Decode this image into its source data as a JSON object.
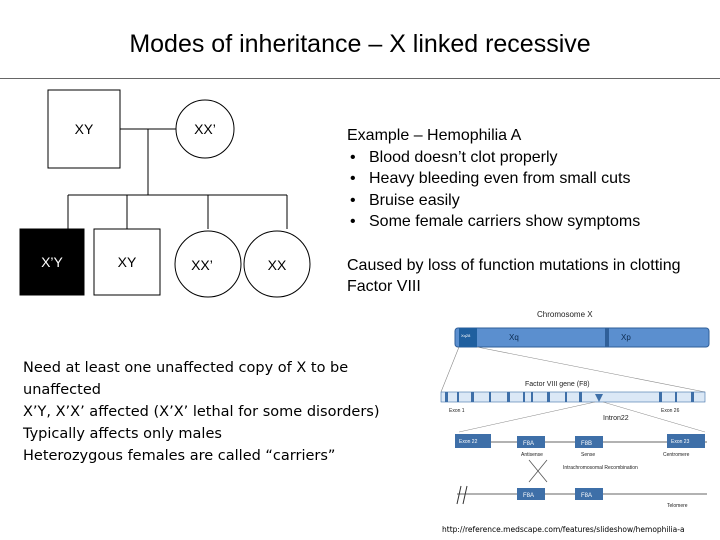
{
  "title": "Modes of inheritance – X linked recessive",
  "pedigree": {
    "father": "XY",
    "mother": "XX’",
    "children": [
      "X’Y",
      "XY",
      "XX’",
      "XX"
    ]
  },
  "example": {
    "heading": "Example – Hemophilia A",
    "bullets": [
      "Blood doesn’t clot properly",
      "Heavy bleeding even from small cuts",
      "Bruise easily",
      "Some female carriers show symptoms"
    ]
  },
  "cause": "Caused by loss of function mutations in clotting Factor VIII",
  "notes": [
    "Need at least one unaffected copy of X to be",
    "unaffected",
    "X’Y, X’X’ affected (X’X’ lethal for some disorders)",
    "Typically affects only males",
    "Heterozygous females are called “carriers”"
  ],
  "figure": {
    "chromosome_title": "Chromosome X",
    "xq": "Xq",
    "xp": "Xp",
    "band": "Xq28",
    "gene": "Factor VIII gene (F8)",
    "exon1": "Exon 1",
    "exon26": "Exon 26",
    "intron": "Intron22",
    "exon22": "Exon 22",
    "f8a1": "F8A",
    "f8b": "F8B",
    "exon23": "Exon 23",
    "antisense": "Antisense",
    "sense": "Sense",
    "centromere": "Centromere",
    "recombination": "Intrachromosomal Recombination",
    "f8a2": "F8A",
    "f8a3": "F8A",
    "telomere": "Telomere"
  },
  "url": "http://reference.medscape.com/features/slideshow/hemophilia-a",
  "colors": {
    "affected": "#000000",
    "chromosome": "#4a7fbf",
    "band": "#1f5f9f",
    "exon_box": "#3e6fa8"
  }
}
